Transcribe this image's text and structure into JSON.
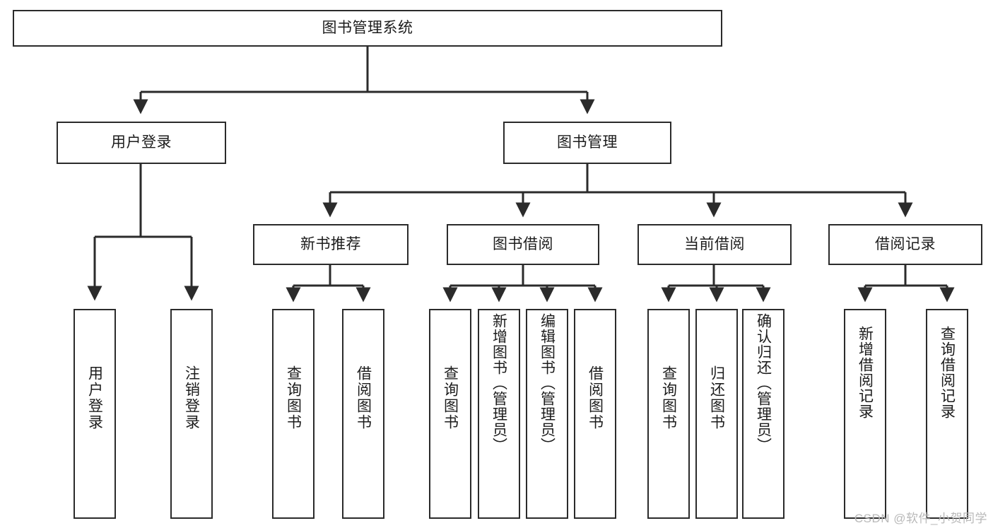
{
  "diagram": {
    "type": "tree-hierarchy",
    "title": "图书管理系统",
    "root": {
      "id": "root",
      "label": "图书管理系统",
      "orientation": "horizontal"
    },
    "level1": [
      {
        "id": "user-login",
        "label": "用户登录",
        "orientation": "horizontal"
      },
      {
        "id": "book-manage",
        "label": "图书管理",
        "orientation": "horizontal"
      }
    ],
    "level2": [
      {
        "id": "new-book-recommend",
        "label": "新书推荐",
        "orientation": "horizontal",
        "parent": "book-manage"
      },
      {
        "id": "book-borrow",
        "label": "图书借阅",
        "orientation": "horizontal",
        "parent": "book-manage"
      },
      {
        "id": "current-borrow",
        "label": "当前借阅",
        "orientation": "horizontal",
        "parent": "book-manage"
      },
      {
        "id": "borrow-record",
        "label": "借阅记录",
        "orientation": "horizontal",
        "parent": "book-manage"
      }
    ],
    "leaves": [
      {
        "id": "leaf-user-login",
        "label": "用户登录",
        "parent": "user-login"
      },
      {
        "id": "leaf-user-logout",
        "label": "注销登录",
        "parent": "user-login"
      },
      {
        "id": "leaf-query-book-1",
        "label": "查询图书",
        "parent": "new-book-recommend"
      },
      {
        "id": "leaf-borrow-book-1",
        "label": "借阅图书",
        "parent": "new-book-recommend"
      },
      {
        "id": "leaf-query-book-2",
        "label": "查询图书",
        "parent": "book-borrow"
      },
      {
        "id": "leaf-add-book",
        "label": "新增图书（管理员）",
        "parent": "book-borrow"
      },
      {
        "id": "leaf-edit-book",
        "label": "编辑图书（管理员）",
        "parent": "book-borrow"
      },
      {
        "id": "leaf-borrow-book-2",
        "label": "借阅图书",
        "parent": "book-borrow"
      },
      {
        "id": "leaf-query-book-3",
        "label": "查询图书",
        "parent": "current-borrow"
      },
      {
        "id": "leaf-return-book",
        "label": "归还图书",
        "parent": "current-borrow"
      },
      {
        "id": "leaf-confirm-return",
        "label": "确认归还（管理员）",
        "parent": "current-borrow"
      },
      {
        "id": "leaf-add-record",
        "label": "新增借阅记录",
        "parent": "borrow-record"
      },
      {
        "id": "leaf-query-record",
        "label": "查询借阅记录",
        "parent": "borrow-record"
      }
    ]
  },
  "watermark": {
    "text": "CSDN @软件_小贺同学"
  },
  "colors": {
    "stroke": "#2b2b2b",
    "box_fill": "#ffffff",
    "text": "#1c1c1c",
    "watermark": "#b9b9b9",
    "background": "#ffffff"
  }
}
